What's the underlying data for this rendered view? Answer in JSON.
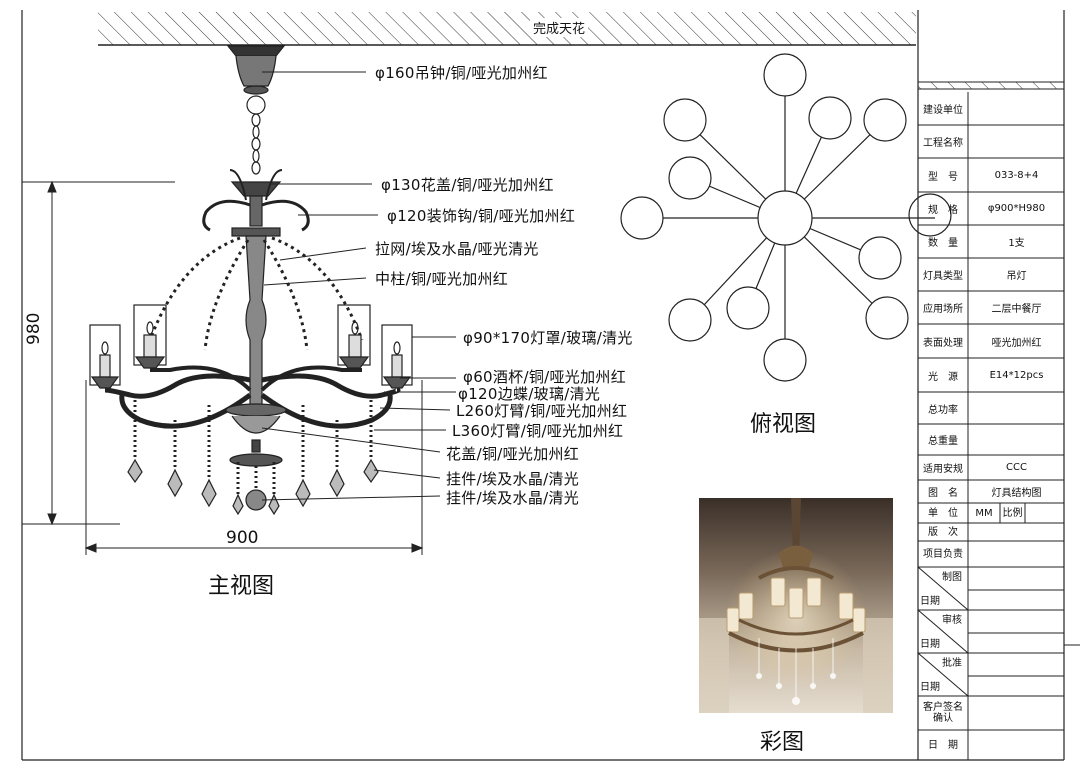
{
  "ceiling_label": "完成天花",
  "callouts": [
    "φ160吊钟/铜/哑光加州红",
    "φ130花盖/铜/哑光加州红",
    "φ120装饰钩/铜/哑光加州红",
    "拉网/埃及水晶/哑光清光",
    "中柱/铜/哑光加州红",
    "φ90*170灯罩/玻璃/清光",
    "φ60酒杯/铜/哑光加州红",
    "φ120边蝶/玻璃/清光",
    "L260灯臂/铜/哑光加州红",
    "L360灯臂/铜/哑光加州红",
    "花盖/铜/哑光加州红",
    "挂件/埃及水晶/清光",
    "挂件/埃及水晶/清光"
  ],
  "dimensions": {
    "height": "980",
    "width": "900"
  },
  "captions": {
    "front_view": "主视图",
    "top_view": "俯视图",
    "color_view": "彩图"
  },
  "title_block": {
    "rows": [
      {
        "label": "建设单位",
        "value": ""
      },
      {
        "label": "工程名称",
        "value": ""
      },
      {
        "label": "型　号",
        "value": "033-8+4"
      },
      {
        "label": "规　格",
        "value": "φ900*H980"
      },
      {
        "label": "数　量",
        "value": "1支"
      },
      {
        "label": "灯具类型",
        "value": "吊灯"
      },
      {
        "label": "应用场所",
        "value": "二层中餐厅"
      },
      {
        "label": "表面处理",
        "value": "哑光加州红"
      },
      {
        "label": "光　源",
        "value": "E14*12pcs"
      },
      {
        "label": "总功率",
        "value": ""
      },
      {
        "label": "总重量",
        "value": ""
      },
      {
        "label": "适用安规",
        "value": "CCC"
      },
      {
        "label": "图　名",
        "value": "灯具结构图"
      }
    ],
    "unit_label": "单　位",
    "unit_value": "MM",
    "scale_label": "比例",
    "version_label": "版　次",
    "project_lead_label": "项目负责",
    "signoffs": [
      {
        "role": "制图",
        "date": "日期"
      },
      {
        "role": "审核",
        "date": "日期"
      },
      {
        "role": "批准",
        "date": "日期"
      }
    ],
    "client_sign_label": "客户签名确认",
    "last_date_label": "日　期"
  }
}
